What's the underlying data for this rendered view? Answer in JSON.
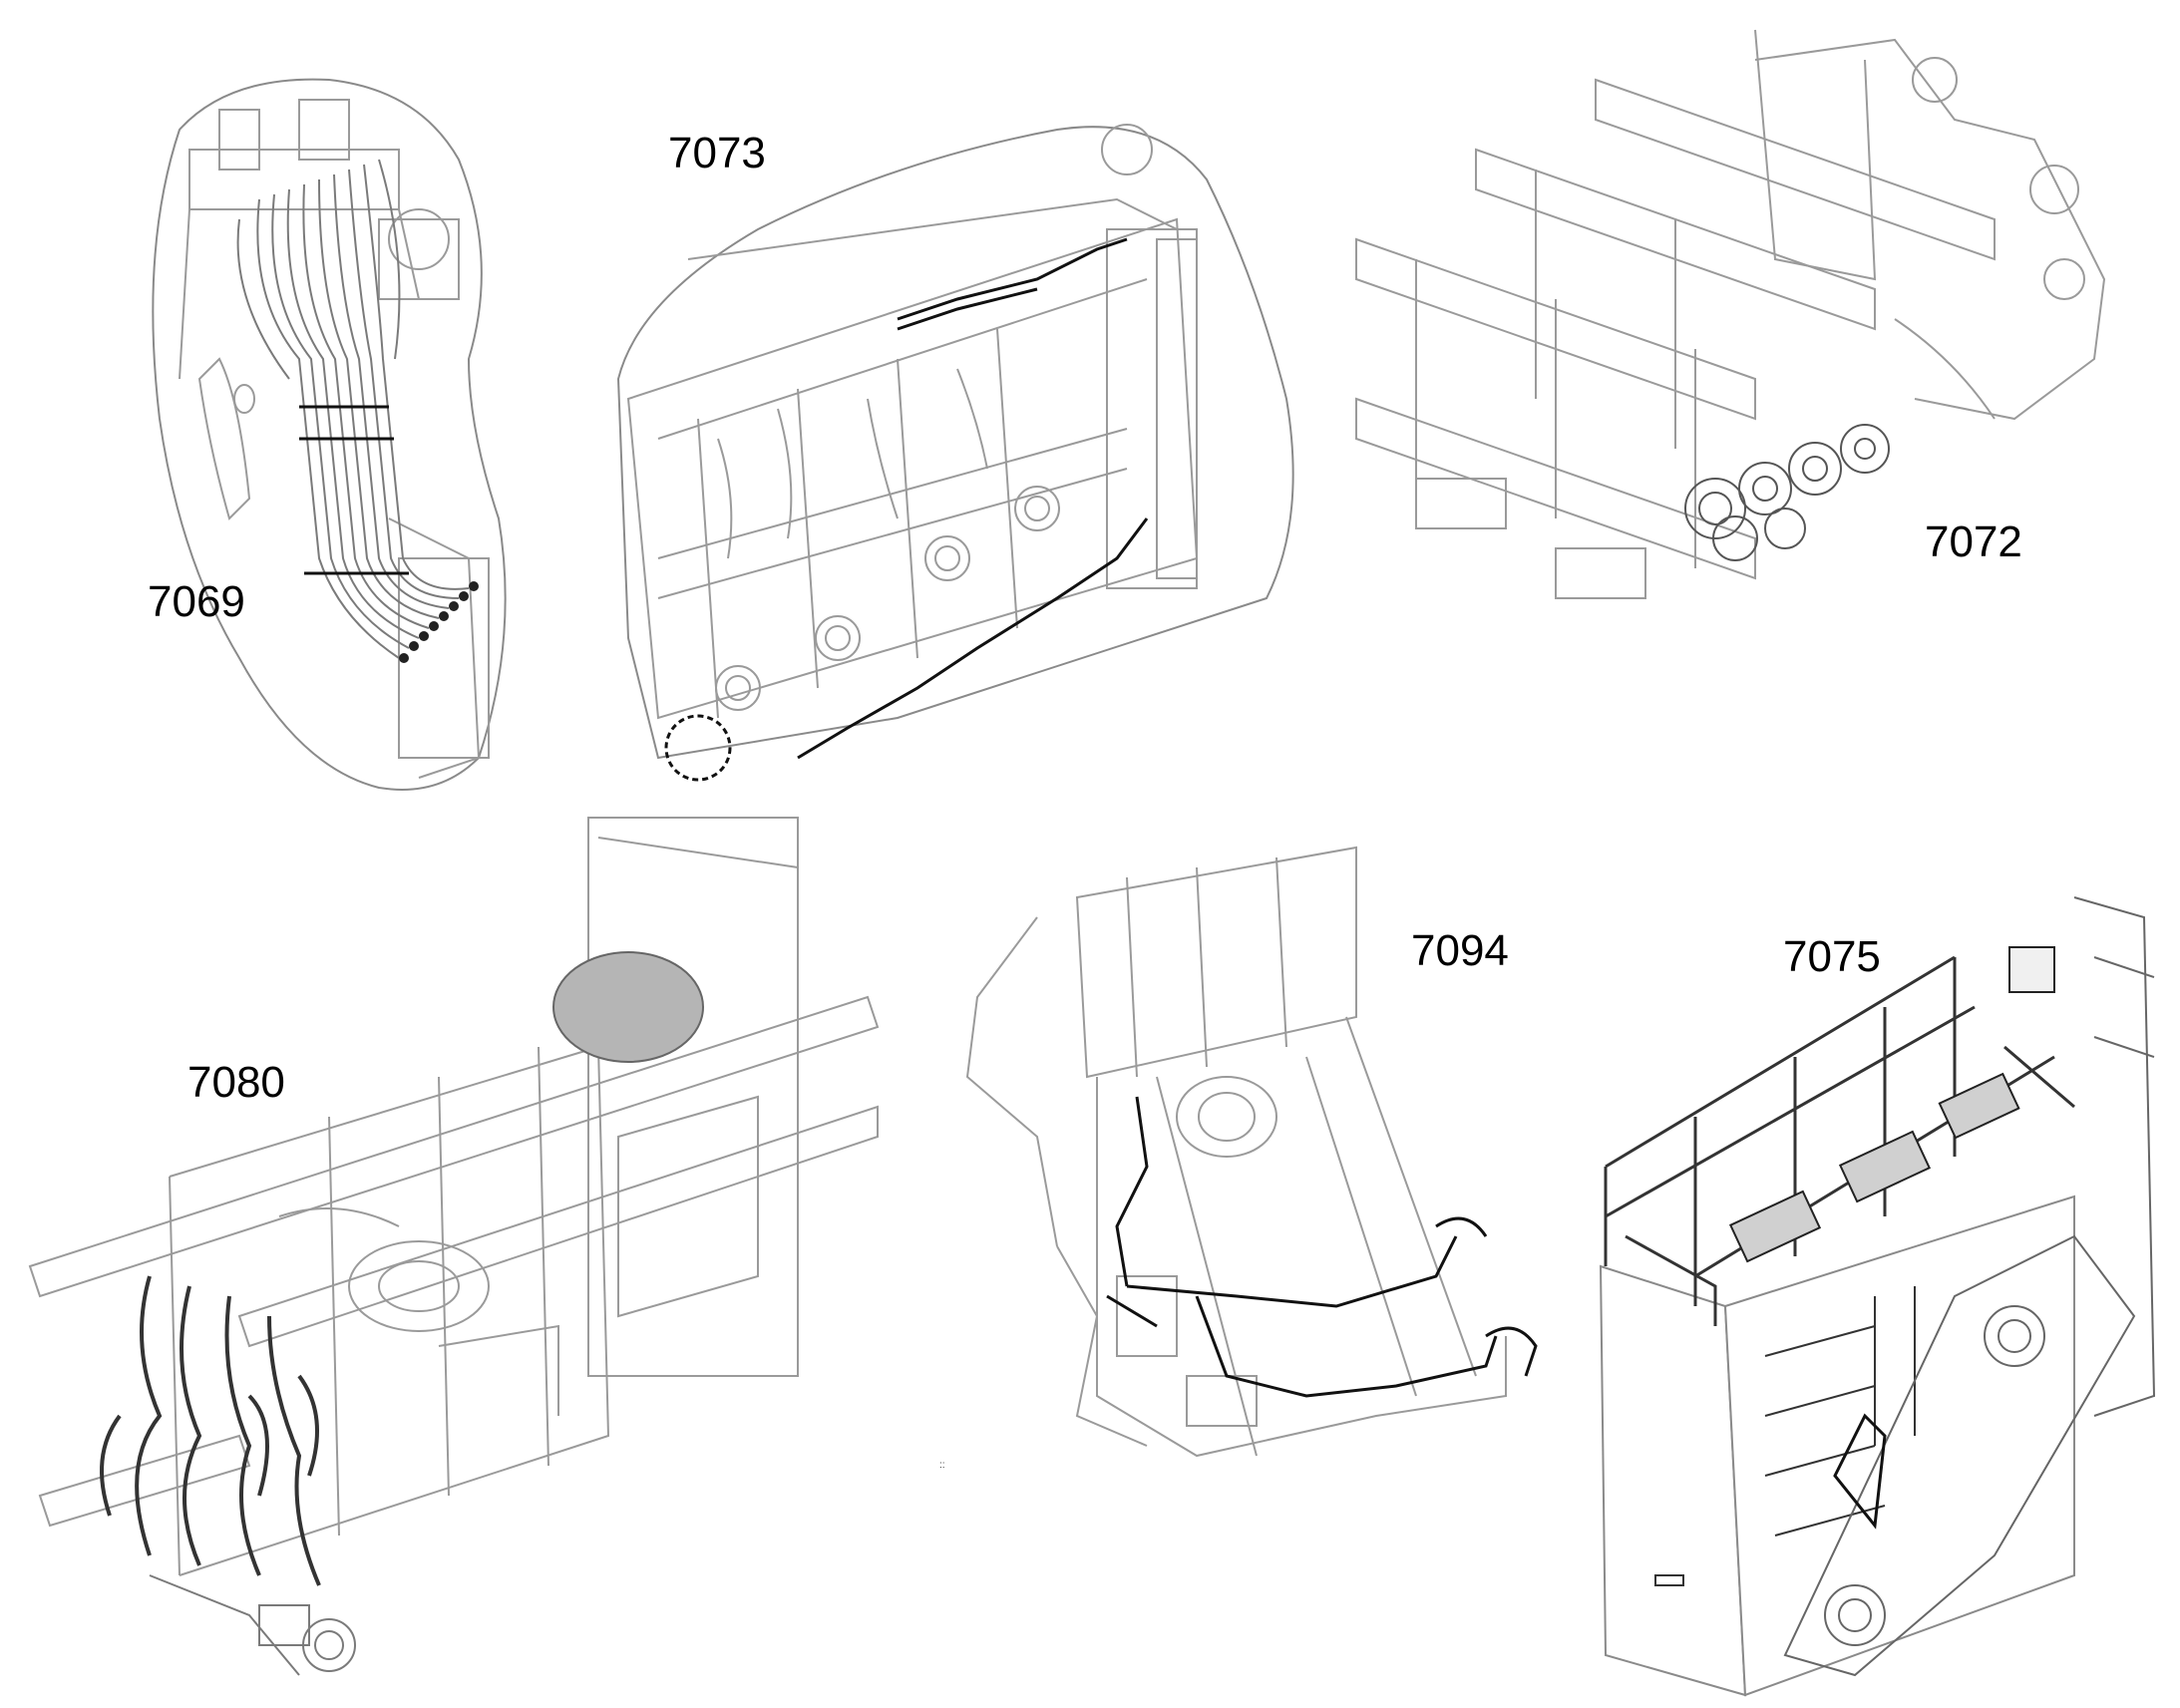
{
  "views": [
    {
      "id": "7069",
      "label": "7069"
    },
    {
      "id": "7073",
      "label": "7073"
    },
    {
      "id": "7072",
      "label": "7072"
    },
    {
      "id": "7080",
      "label": "7080"
    },
    {
      "id": "7094",
      "label": "7094"
    },
    {
      "id": "7075",
      "label": "7075"
    }
  ],
  "stray_mark": "::"
}
